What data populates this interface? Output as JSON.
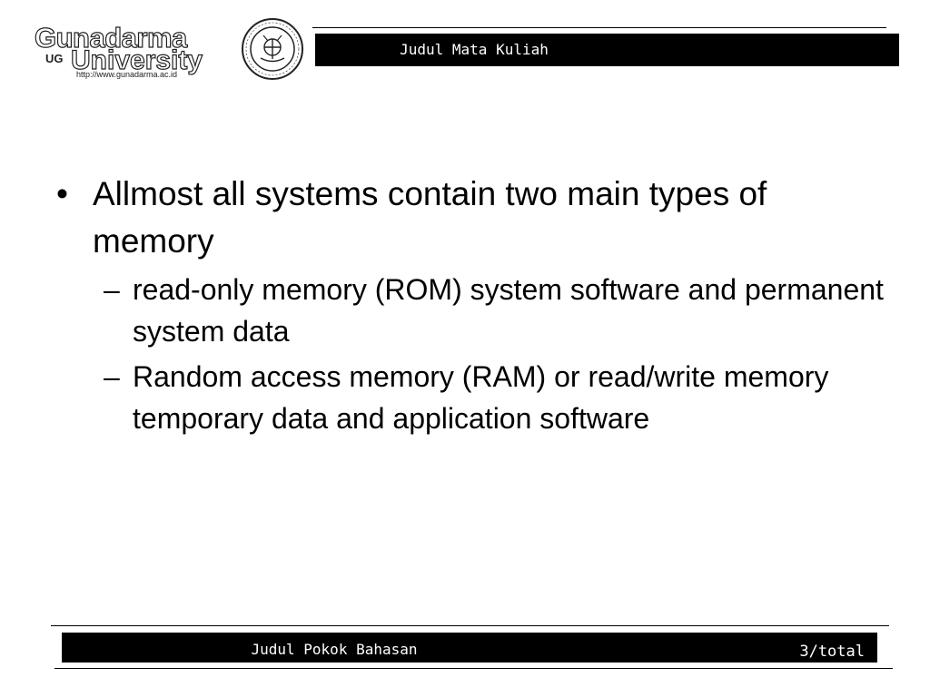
{
  "logo": {
    "name": "Gunadarma",
    "ug": "UG",
    "univ": "University",
    "url": "http://www.gunadarma.ac.id"
  },
  "header": {
    "title": "Judul Mata Kuliah"
  },
  "content": {
    "bullet": "•",
    "dash": "–",
    "item1": "Allmost all systems contain two main types of memory",
    "sub1": "read-only memory (ROM) system software and permanent system data",
    "sub2": "Random access memory (RAM) or read/write memory temporary data and application software"
  },
  "footer": {
    "title": "Judul Pokok Bahasan",
    "page": "3/total"
  }
}
